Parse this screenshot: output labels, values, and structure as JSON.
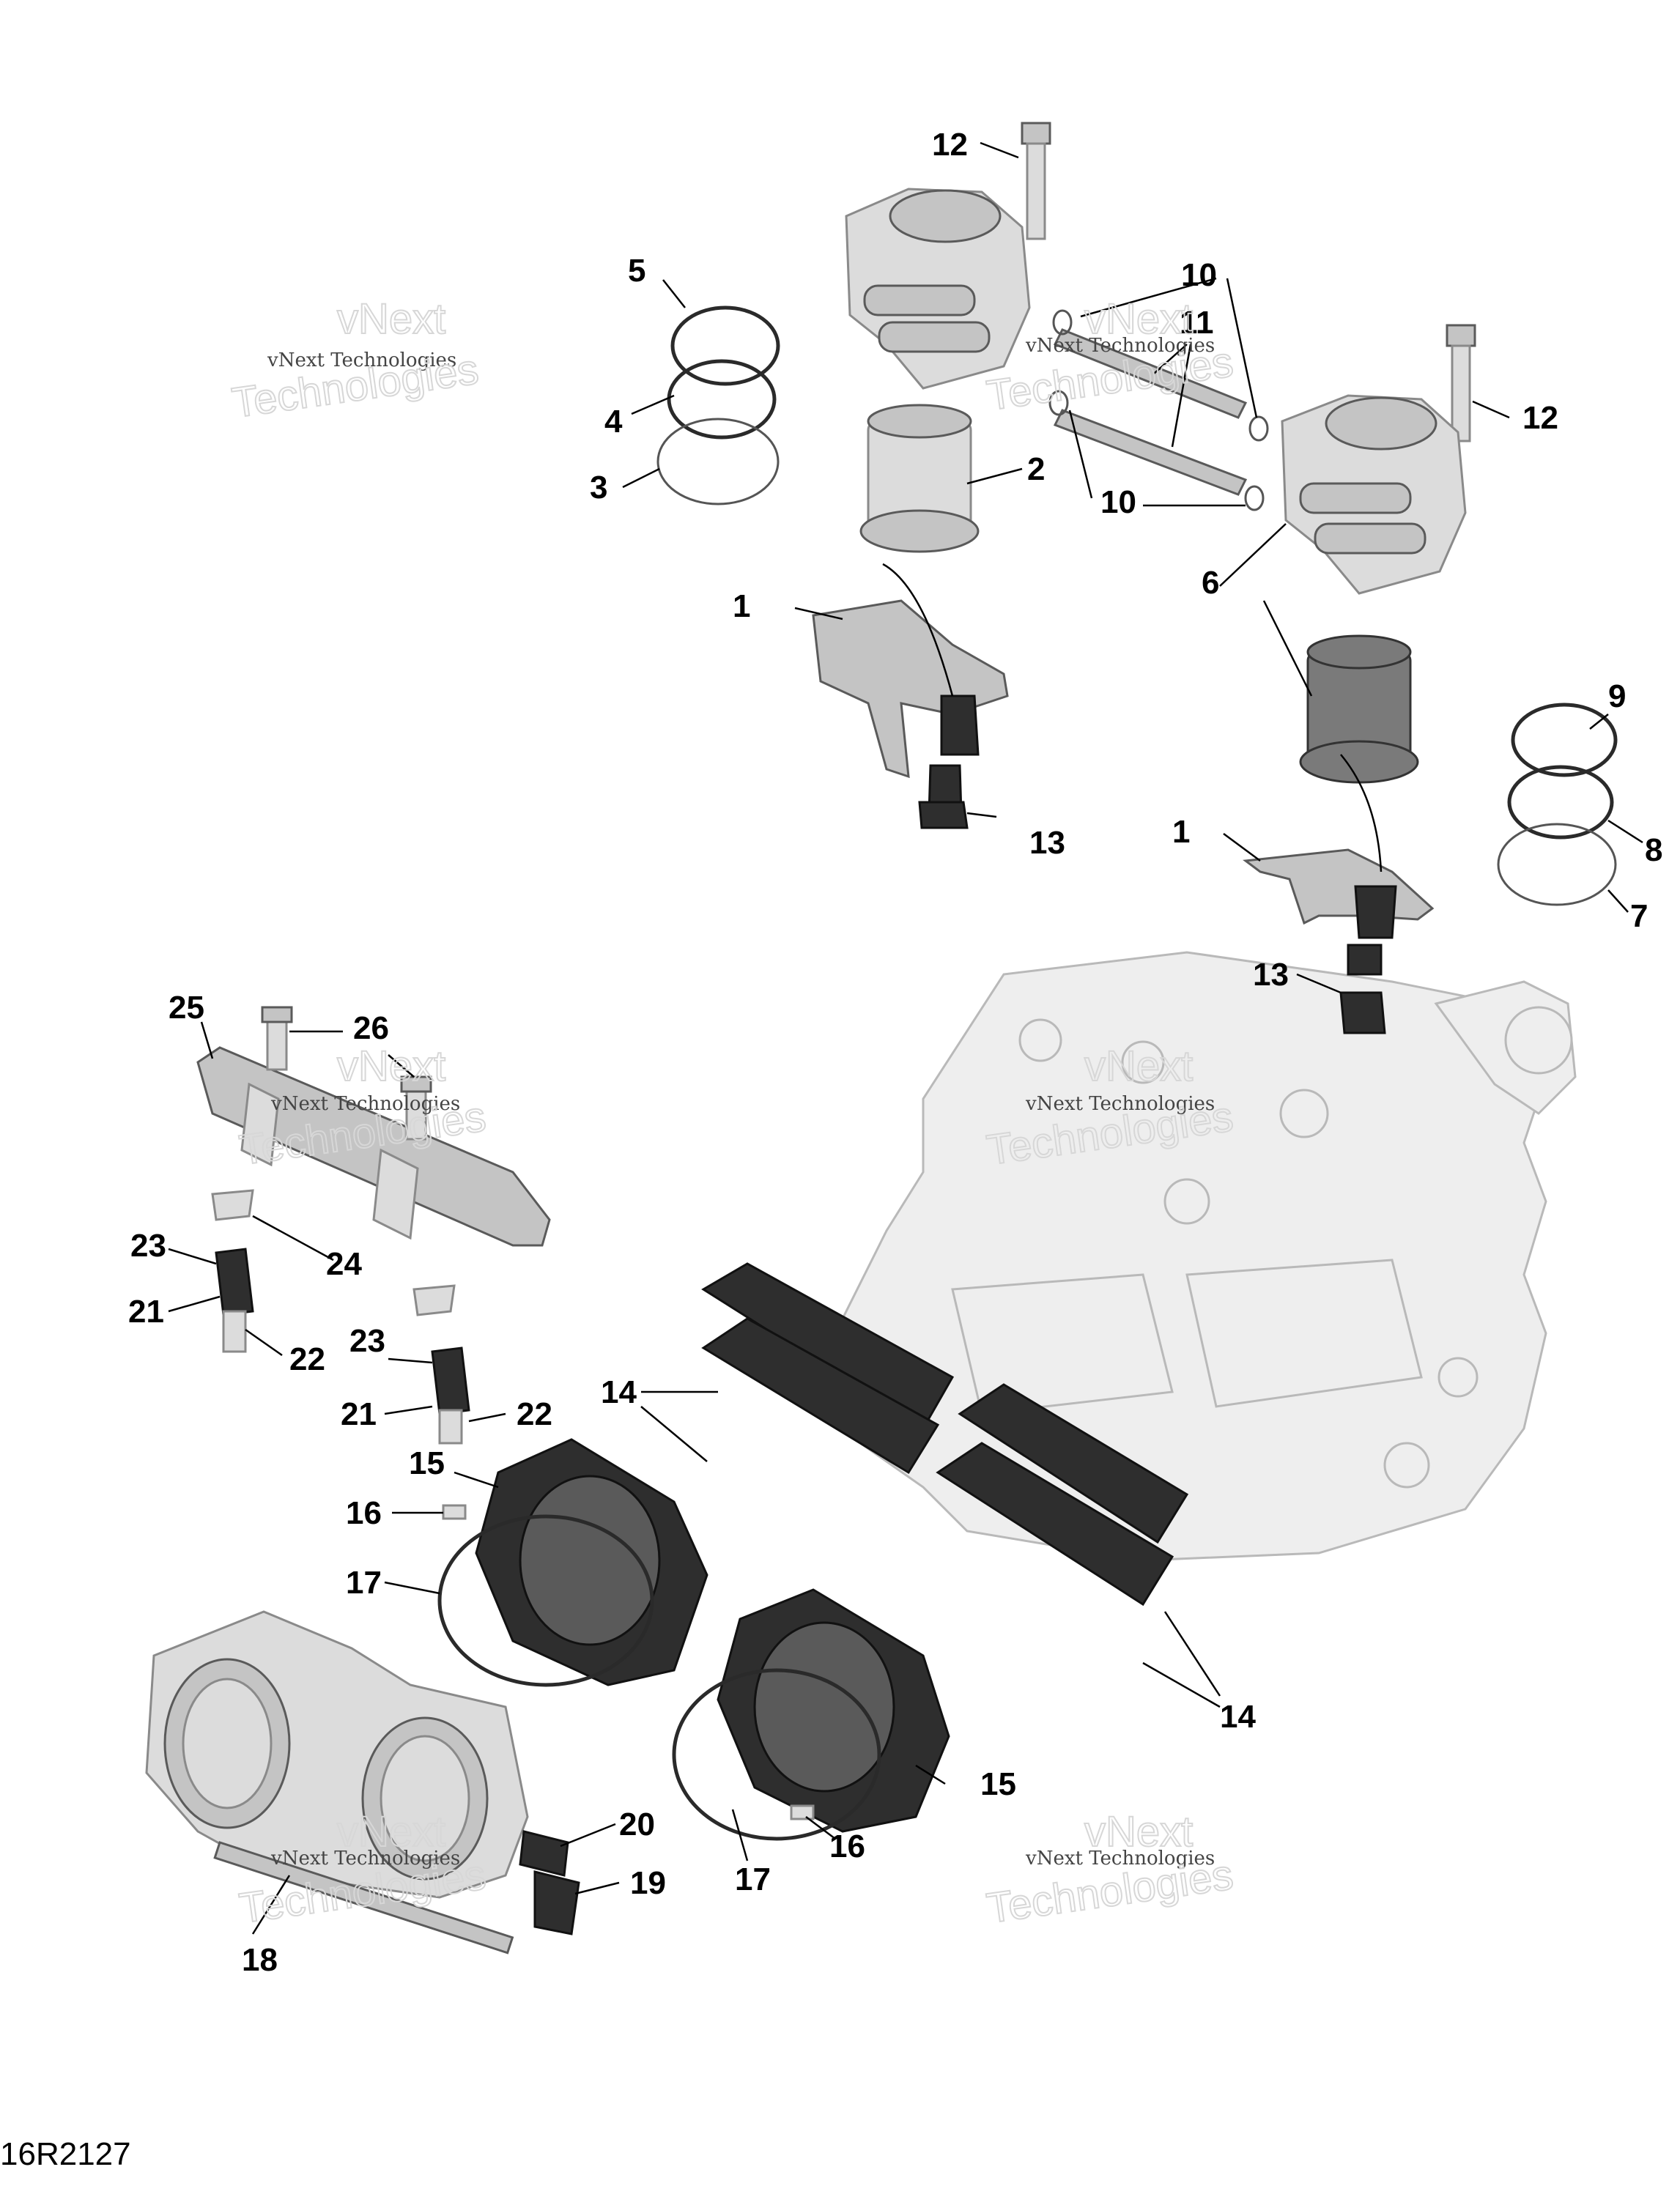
{
  "callouts": {
    "c1a": "1",
    "c1b": "1",
    "c2": "2",
    "c3": "3",
    "c4": "4",
    "c5": "5",
    "c6": "6",
    "c7": "7",
    "c8": "8",
    "c9": "9",
    "c10a": "10",
    "c10b": "10",
    "c11": "11",
    "c12a": "12",
    "c12b": "12",
    "c13a": "13",
    "c13b": "13",
    "c14a": "14",
    "c14b": "14",
    "c15a": "15",
    "c15b": "15",
    "c16a": "16",
    "c16b": "16",
    "c17a": "17",
    "c17b": "17",
    "c18": "18",
    "c19": "19",
    "c20": "20",
    "c21a": "21",
    "c21b": "21",
    "c22a": "22",
    "c22b": "22",
    "c23a": "23",
    "c23b": "23",
    "c24": "24",
    "c25": "25",
    "c26": "26"
  },
  "watermark": {
    "line1": "vNext Technologies",
    "line2": "vNext",
    "line3": "Technologies"
  },
  "reference_code": "16R2127"
}
